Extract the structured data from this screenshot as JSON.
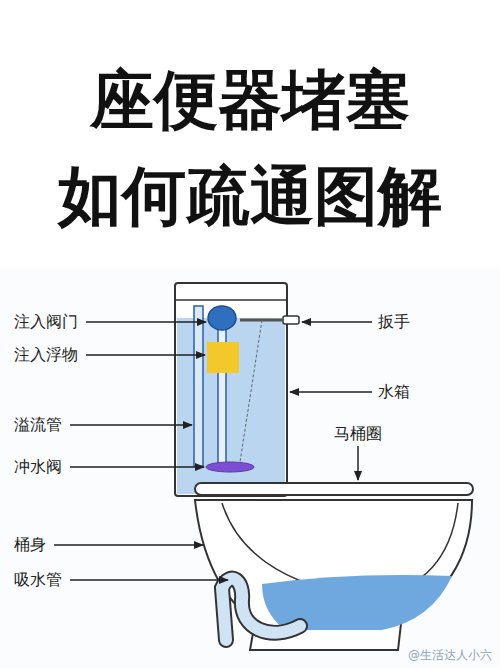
{
  "diagram": {
    "title": "座便器堵塞 如何疏通图解",
    "labels": [
      "注入阀门",
      "注入浮物",
      "溢流管",
      "冲水阀",
      "桶身",
      "吸水管",
      "扳手",
      "水箱",
      "马桶圈",
      "@生活达人小六"
    ]
  }
}
